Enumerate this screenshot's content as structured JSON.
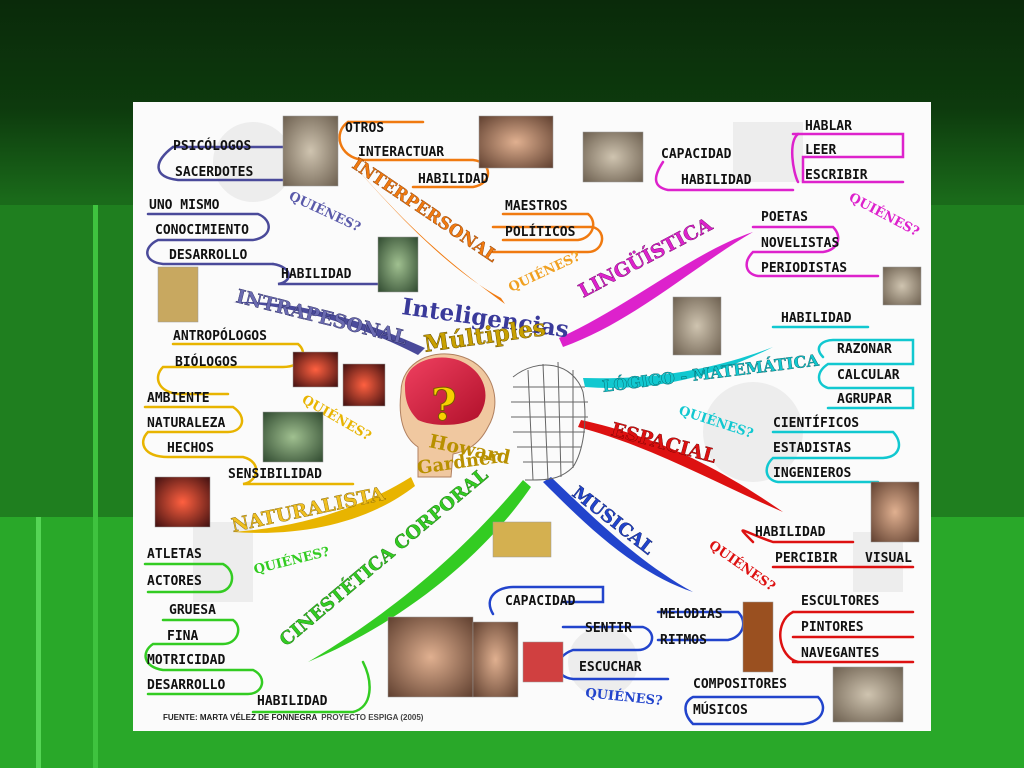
{
  "center": {
    "title_1": "Inteligencias",
    "title_2": "Múltiples",
    "author_1": "Howard",
    "author_2": "Gardner",
    "brain_symbol": "?",
    "brain_color": "#e8234a"
  },
  "branches": {
    "interpersonal": "INTERPERSONAL",
    "intrapesonal": "INTRAPESONAL",
    "naturalista": "NATURALISTA",
    "cinestetica": "CINESTÉTICA CORPORAL",
    "musical": "MUSICAL",
    "espacial": "ESPACIAL",
    "logico": "LÓGICO - MATEMÁTICA",
    "linguistica": "LINGÜÍSTICA"
  },
  "quienes": "QUIÉNES?",
  "labels": {
    "psicologos": "PSICÓLOGOS",
    "sacerdotes": "SACERDOTES",
    "otros": "OTROS",
    "interactuar": "INTERACTUAR",
    "habilidad": "HABILIDAD",
    "maestros": "MAESTROS",
    "politicos": "POLÍTICOS",
    "capacidad": "CAPACIDAD",
    "hablar": "HABLAR",
    "leer": "LEER",
    "escribir": "ESCRIBIR",
    "uno_mismo": "UNO MISMO",
    "conocimiento": "CONOCIMIENTO",
    "desarrollo": "DESARROLLO",
    "poetas": "POETAS",
    "novelistas": "NOVELISTAS",
    "periodistas": "PERIODISTAS",
    "antropologos": "ANTROPÓLOGOS",
    "biologos": "BIÓLOGOS",
    "razonar": "RAZONAR",
    "calcular": "CALCULAR",
    "agrupar": "AGRUPAR",
    "ambiente": "AMBIENTE",
    "naturaleza": "NATURALEZA",
    "hechos": "HECHOS",
    "sensibilidad": "SENSIBILIDAD",
    "cientificos": "CIENTÍFICOS",
    "estadistas": "ESTADISTAS",
    "ingenieros": "INGENIEROS",
    "percibir": "PERCIBIR",
    "visual": "VISUAL",
    "atletas": "ATLETAS",
    "actores": "ACTORES",
    "gruesa": "GRUESA",
    "fina": "FINA",
    "motricidad": "MOTRICIDAD",
    "sentir": "SENTIR",
    "melodias": "MELODIAS",
    "ritmos": "RITMOS",
    "escuchar": "ESCUCHAR",
    "escultores": "ESCULTORES",
    "pintores": "PINTORES",
    "navegantes": "NAVEGANTES",
    "compositores": "COMPOSITORES",
    "musicos": "MÚSICOS"
  },
  "source": {
    "prefix": "FUENTE: MARTA VÉLEZ DE FONNEGRA",
    "suffix": "PROYECTO ESPIGA  (2005)"
  },
  "colors": {
    "interpersonal": "#f07a10",
    "intrapesonal": "#4a4a9a",
    "naturalista": "#e8b400",
    "cinestetica": "#33cc22",
    "musical": "#2244cc",
    "espacial": "#dd1111",
    "logico": "#11c8d0",
    "linguistica": "#dd22cc",
    "quienes": "#f0a020"
  }
}
